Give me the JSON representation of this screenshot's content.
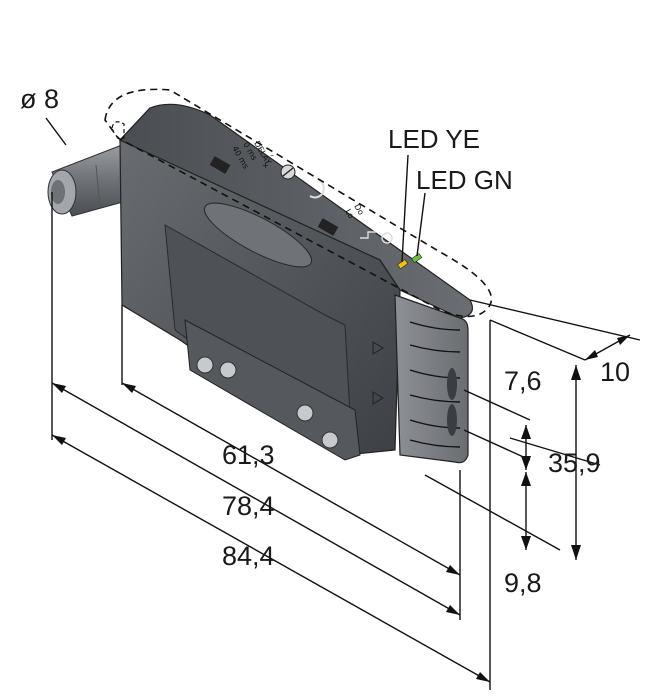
{
  "labels": {
    "diameter": "ø 8",
    "led_ye": "LED YE",
    "led_gn": "LED GN"
  },
  "dimensions": {
    "length_body": "61,3",
    "length_mid": "78,4",
    "length_total": "84,4",
    "width": "10",
    "height_upper": "7,6",
    "height_total": "35,9",
    "height_lower": "9,8"
  },
  "device_markings": {
    "delay_40ms": "40 ms",
    "delay_0ms": "0 ms",
    "delay": "DELAY",
    "plus": "+",
    "minus": "–",
    "lo": "Lo",
    "do": "Do"
  },
  "colors": {
    "housing_dark": "#3f4246",
    "housing_mid": "#5a5d61",
    "housing_light": "#8a8d91",
    "led_yellow": "#f2c200",
    "led_green": "#6dbf3a"
  }
}
